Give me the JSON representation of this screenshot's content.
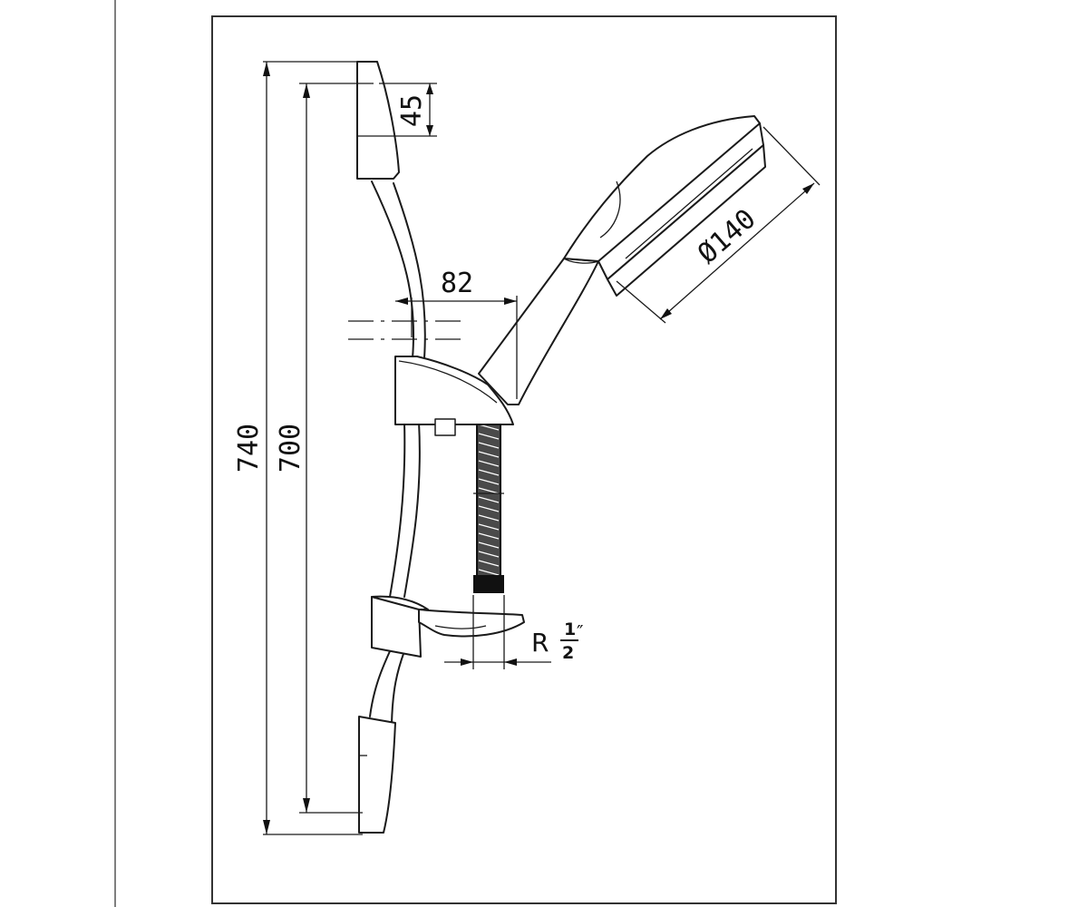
{
  "dimensions": {
    "overall_length": "740",
    "rail_length": "700",
    "bracket_height": "45",
    "projection": "82",
    "head_diameter": "Ø140",
    "thread_prefix": "R",
    "thread_numerator": "1",
    "thread_denominator": "2",
    "thread_inch_mark": "″"
  }
}
